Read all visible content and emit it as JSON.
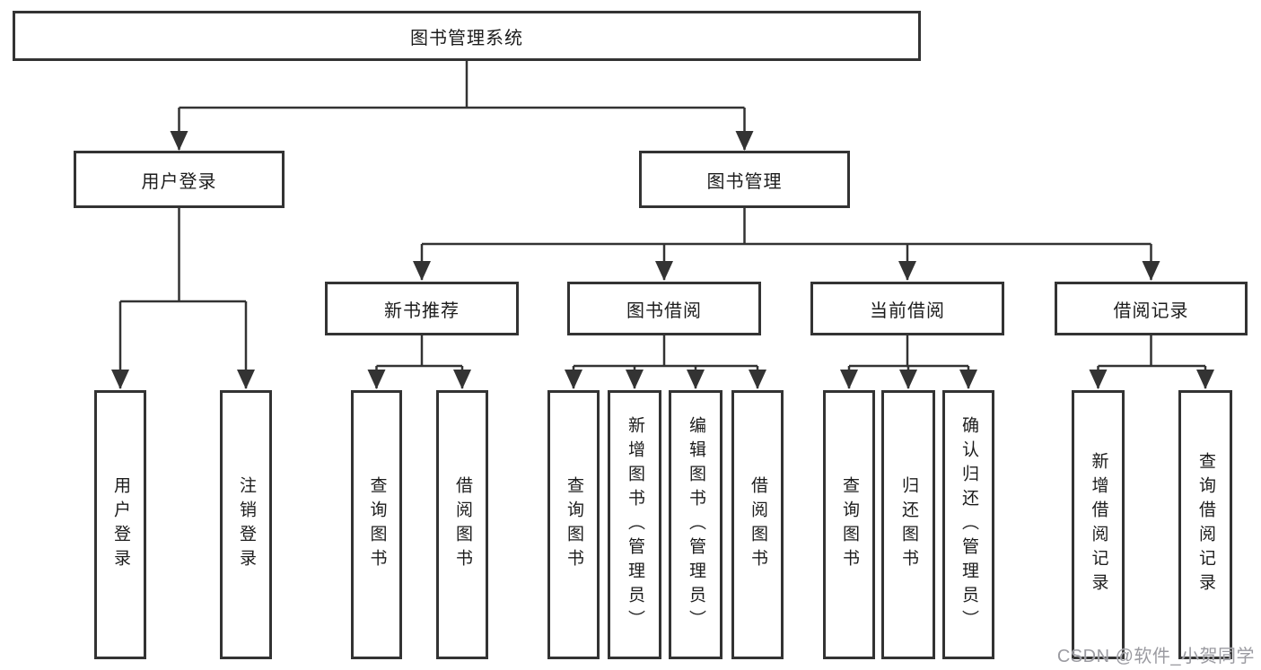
{
  "diagram": {
    "title": "图书管理系统",
    "nodes": {
      "root": {
        "label": "图书管理系统"
      },
      "level2": [
        {
          "label": "用户登录"
        },
        {
          "label": "图书管理"
        }
      ],
      "level3": [
        {
          "label": "新书推荐"
        },
        {
          "label": "图书借阅"
        },
        {
          "label": "当前借阅"
        },
        {
          "label": "借阅记录"
        }
      ],
      "leaves": {
        "user_login": [
          "用户登录",
          "注销登录"
        ],
        "new_book_recommend": [
          "查询图书",
          "借阅图书"
        ],
        "book_borrow": [
          "查询图书",
          "新增图书（管理员）",
          "编辑图书（管理员）",
          "借阅图书"
        ],
        "current_borrow": [
          "查询图书",
          "归还图书",
          "确认归还（管理员）"
        ],
        "borrow_records": [
          "新增借阅记录",
          "查询借阅记录"
        ]
      }
    }
  },
  "watermark": "CSDN @软件_小贺同学",
  "colors": {
    "line": "#333333",
    "box_border": "#333333",
    "text": "#1c1c1c",
    "watermark": "#9b9ba1",
    "background": "#ffffff"
  }
}
